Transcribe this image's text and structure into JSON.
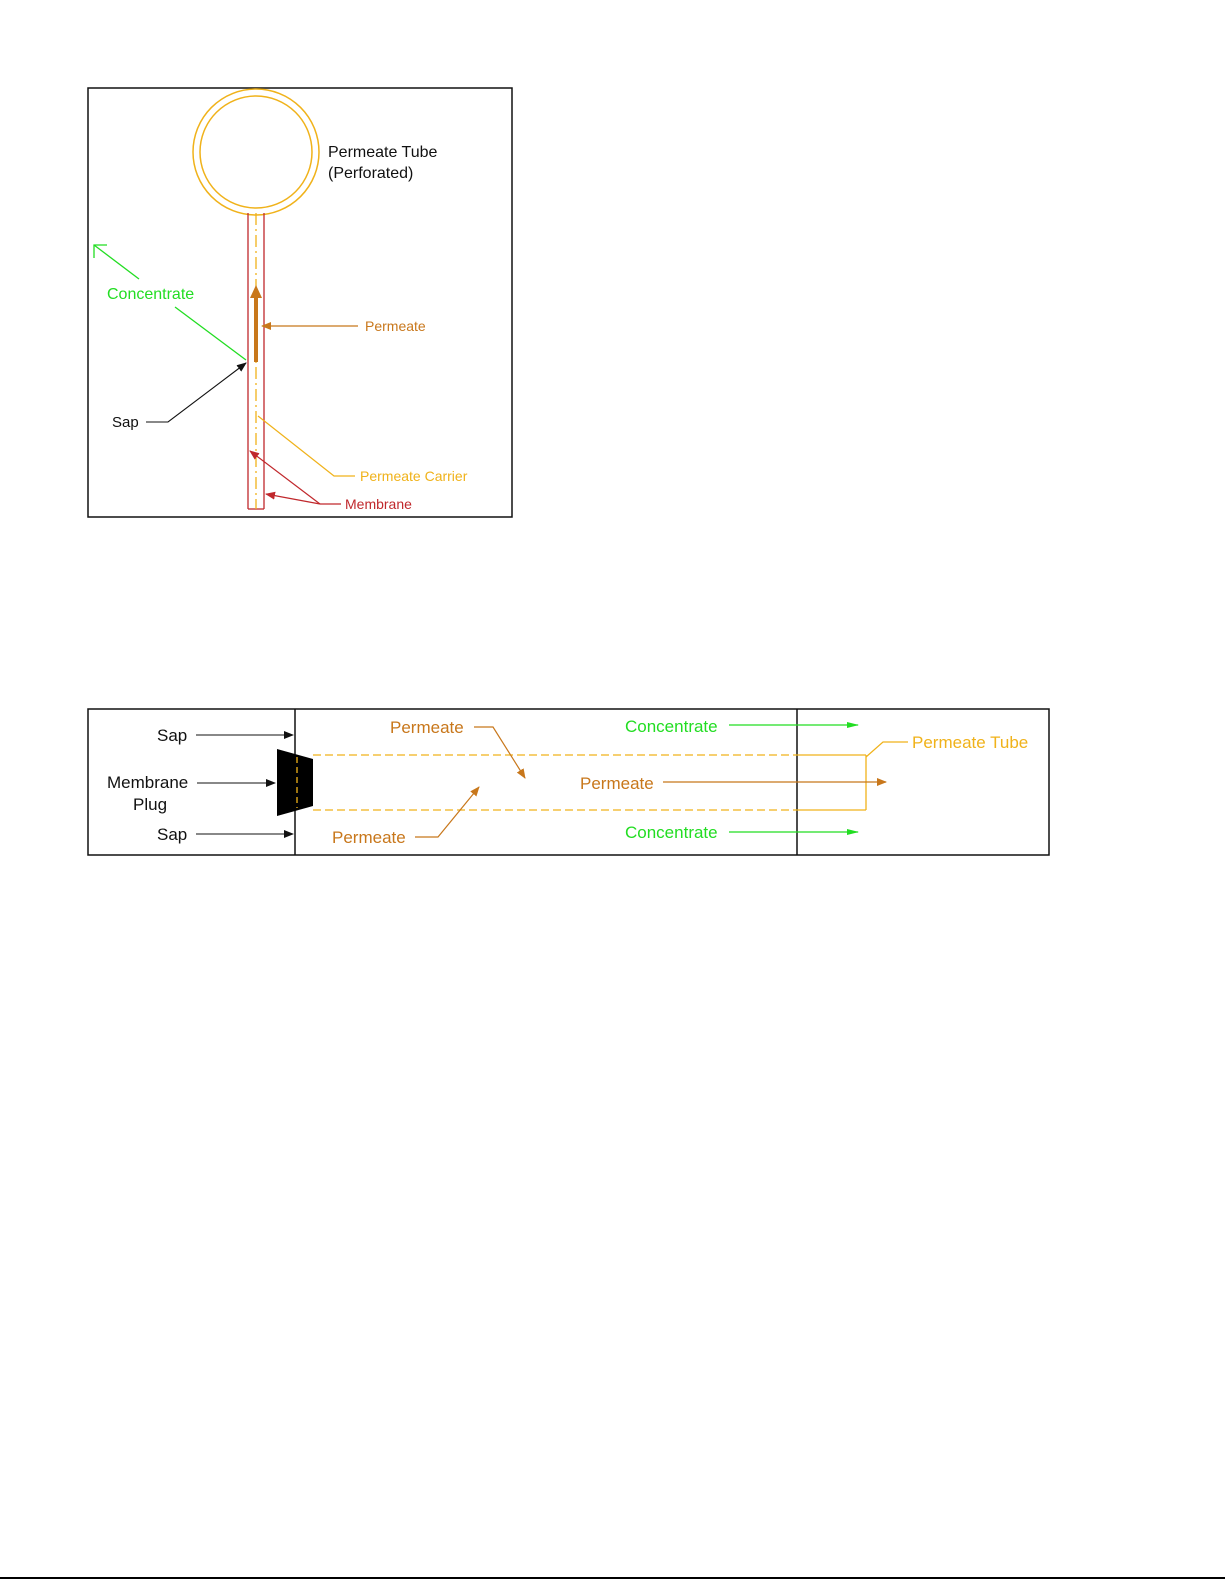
{
  "colors": {
    "black": "#111111",
    "permeate": "#c8771b",
    "carrier": "#f0b21a",
    "concentrate": "#22dd22",
    "membrane": "#c0282c",
    "plug": "#000000"
  },
  "figure1": {
    "labels": {
      "permeate_tube_line1": "Permeate Tube",
      "permeate_tube_line2": "(Perforated)",
      "concentrate": "Concentrate",
      "permeate": "Permeate",
      "sap": "Sap",
      "permeate_carrier": "Permeate Carrier",
      "membrane": "Membrane"
    }
  },
  "figure2": {
    "labels": {
      "sap_top": "Sap",
      "membrane_plug_line1": "Membrane",
      "membrane_plug_line2": "Plug",
      "sap_bottom": "Sap",
      "permeate_top": "Permeate",
      "permeate_middle": "Permeate",
      "permeate_bottom": "Permeate",
      "concentrate_top": "Concentrate",
      "concentrate_bottom": "Concentrate",
      "permeate_tube": "Permeate Tube"
    }
  }
}
